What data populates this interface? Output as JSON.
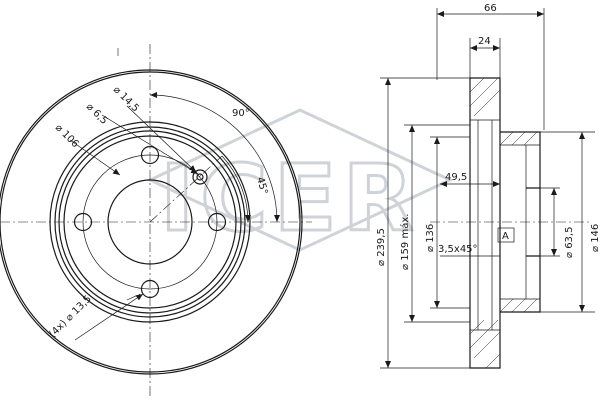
{
  "watermark": {
    "text": "ICER",
    "color": "#cfd3d8"
  },
  "front_view": {
    "labels": {
      "d145": "⌀ 14,5",
      "d65": "⌀ 6,5",
      "d106": "⌀ 106",
      "holes": "(4x) ⌀ 13,5",
      "angle90": "90°",
      "angle45": "45°"
    }
  },
  "side_view": {
    "labels": {
      "width_total": "66",
      "width_24": "24",
      "d2395": "⌀ 239,5",
      "d159": "⌀ 159 máx.",
      "d136": "⌀ 136",
      "depth495": "49,5",
      "chamfer": "3,5x45°",
      "datum": "A",
      "d635": "⌀ 63,5",
      "d146": "⌀ 146"
    }
  }
}
